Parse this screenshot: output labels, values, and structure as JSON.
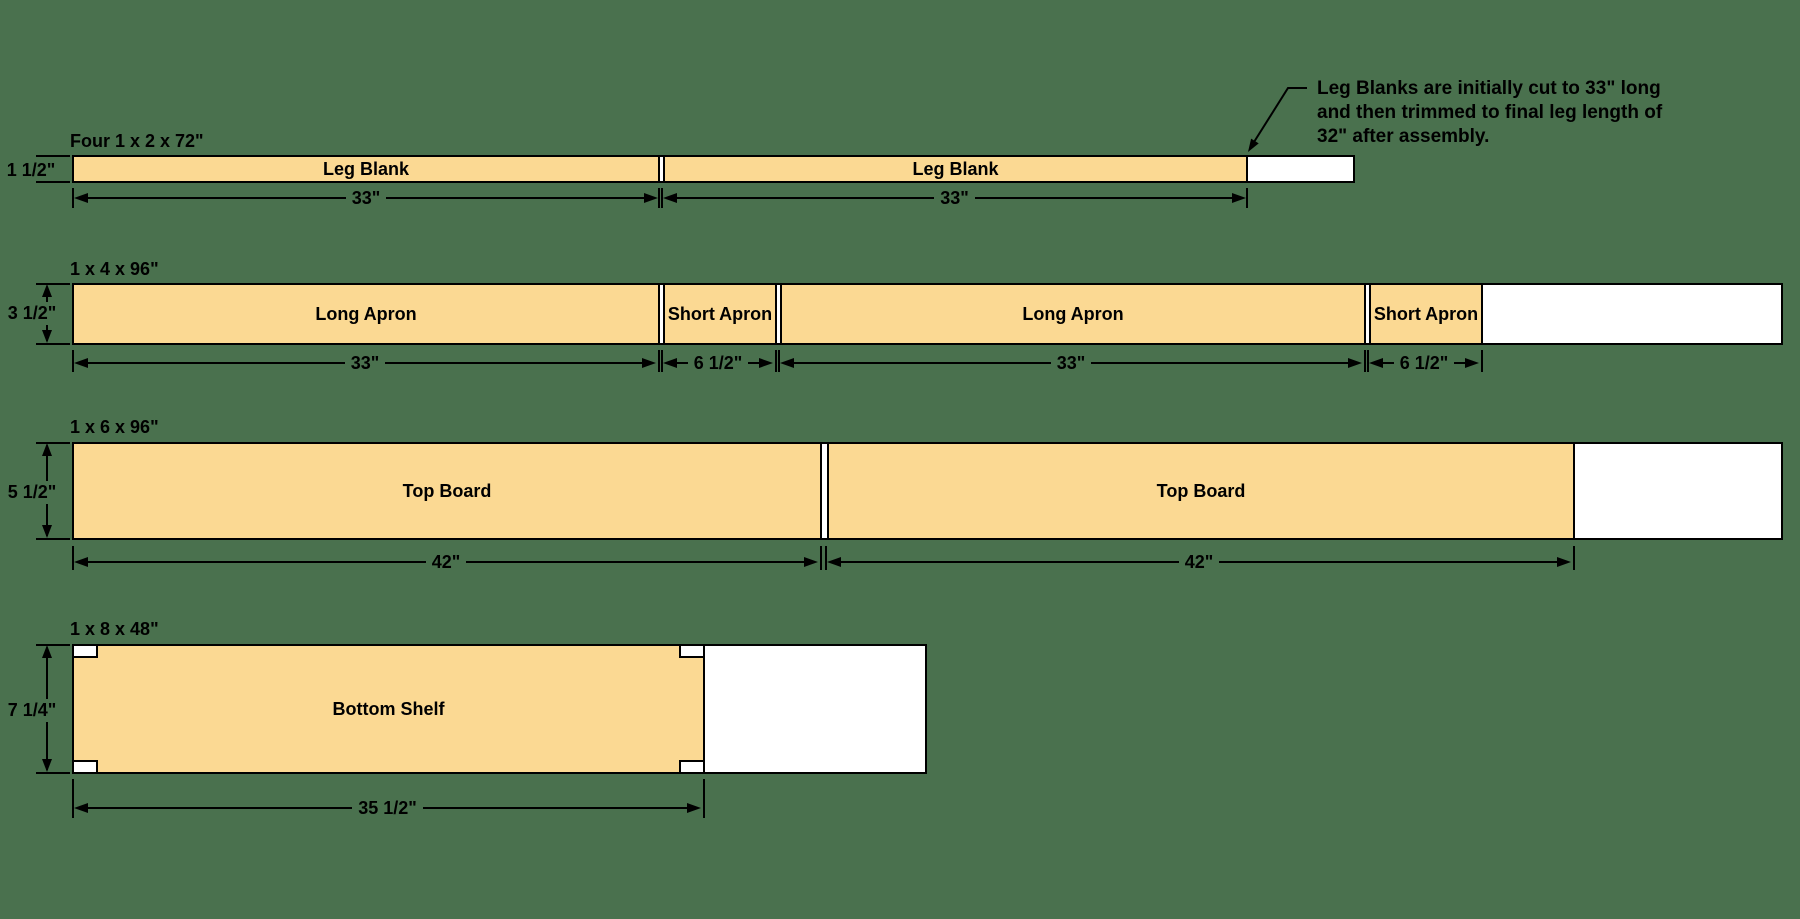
{
  "colors": {
    "background": "#4a714e",
    "wood_fill": "#fbd993",
    "offcut_fill": "#ffffff",
    "outline": "#000000"
  },
  "annotation": {
    "lines": [
      "Leg Blanks are initially cut to 33\" long",
      "and then trimmed to final leg length of",
      "32\" after assembly."
    ]
  },
  "boards": [
    {
      "stock_label": "Four 1 x 2 x 72\"",
      "height_label": "1 1/2\"",
      "pieces": [
        {
          "label": "Leg Blank",
          "dim": "33\""
        },
        {
          "label": "Leg Blank",
          "dim": "33\""
        }
      ]
    },
    {
      "stock_label": "1 x 4 x 96\"",
      "height_label": "3 1/2\"",
      "pieces": [
        {
          "label": "Long Apron",
          "dim": "33\""
        },
        {
          "label": "Short Apron",
          "dim": "6 1/2\""
        },
        {
          "label": "Long Apron",
          "dim": "33\""
        },
        {
          "label": "Short Apron",
          "dim": "6 1/2\""
        }
      ]
    },
    {
      "stock_label": "1 x 6 x 96\"",
      "height_label": "5 1/2\"",
      "pieces": [
        {
          "label": "Top Board",
          "dim": "42\""
        },
        {
          "label": "Top Board",
          "dim": "42\""
        }
      ]
    },
    {
      "stock_label": "1 x 8 x 48\"",
      "height_label": "7 1/4\"",
      "pieces": [
        {
          "label": "Bottom Shelf",
          "dim": "35 1/2\""
        }
      ]
    }
  ]
}
